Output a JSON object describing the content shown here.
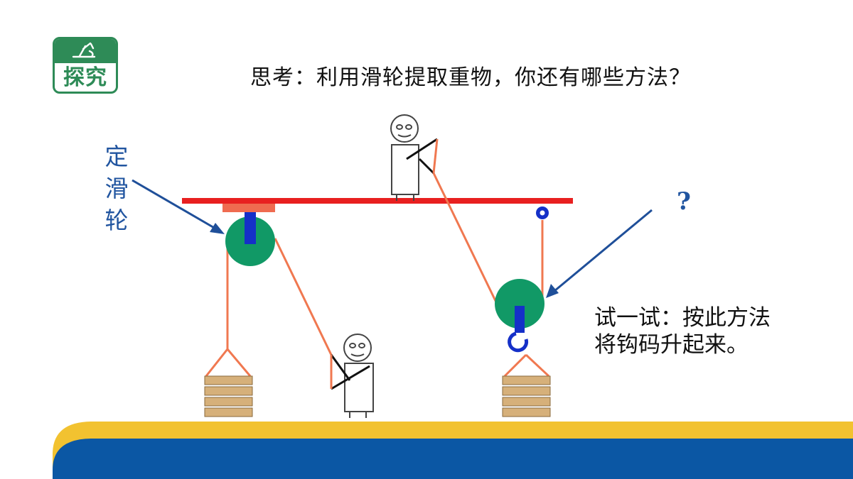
{
  "badge": {
    "label": "探究"
  },
  "question": "思考：利用滑轮提取重物，你还有哪些方法？",
  "fixed_pulley_label": "定滑轮",
  "unknown_mark": "?",
  "try_text": "试一试：按此方法将钩码升起来。",
  "colors": {
    "beam": "#e82020",
    "pulley": "#119966",
    "rope": "#f07850",
    "axle": "#1530c8",
    "arrow": "#1f4f99",
    "brick": "#d6b07a",
    "ground_yellow": "#f2c230",
    "ground_blue": "#0b57a4",
    "badge_green": "#2e8b57"
  }
}
